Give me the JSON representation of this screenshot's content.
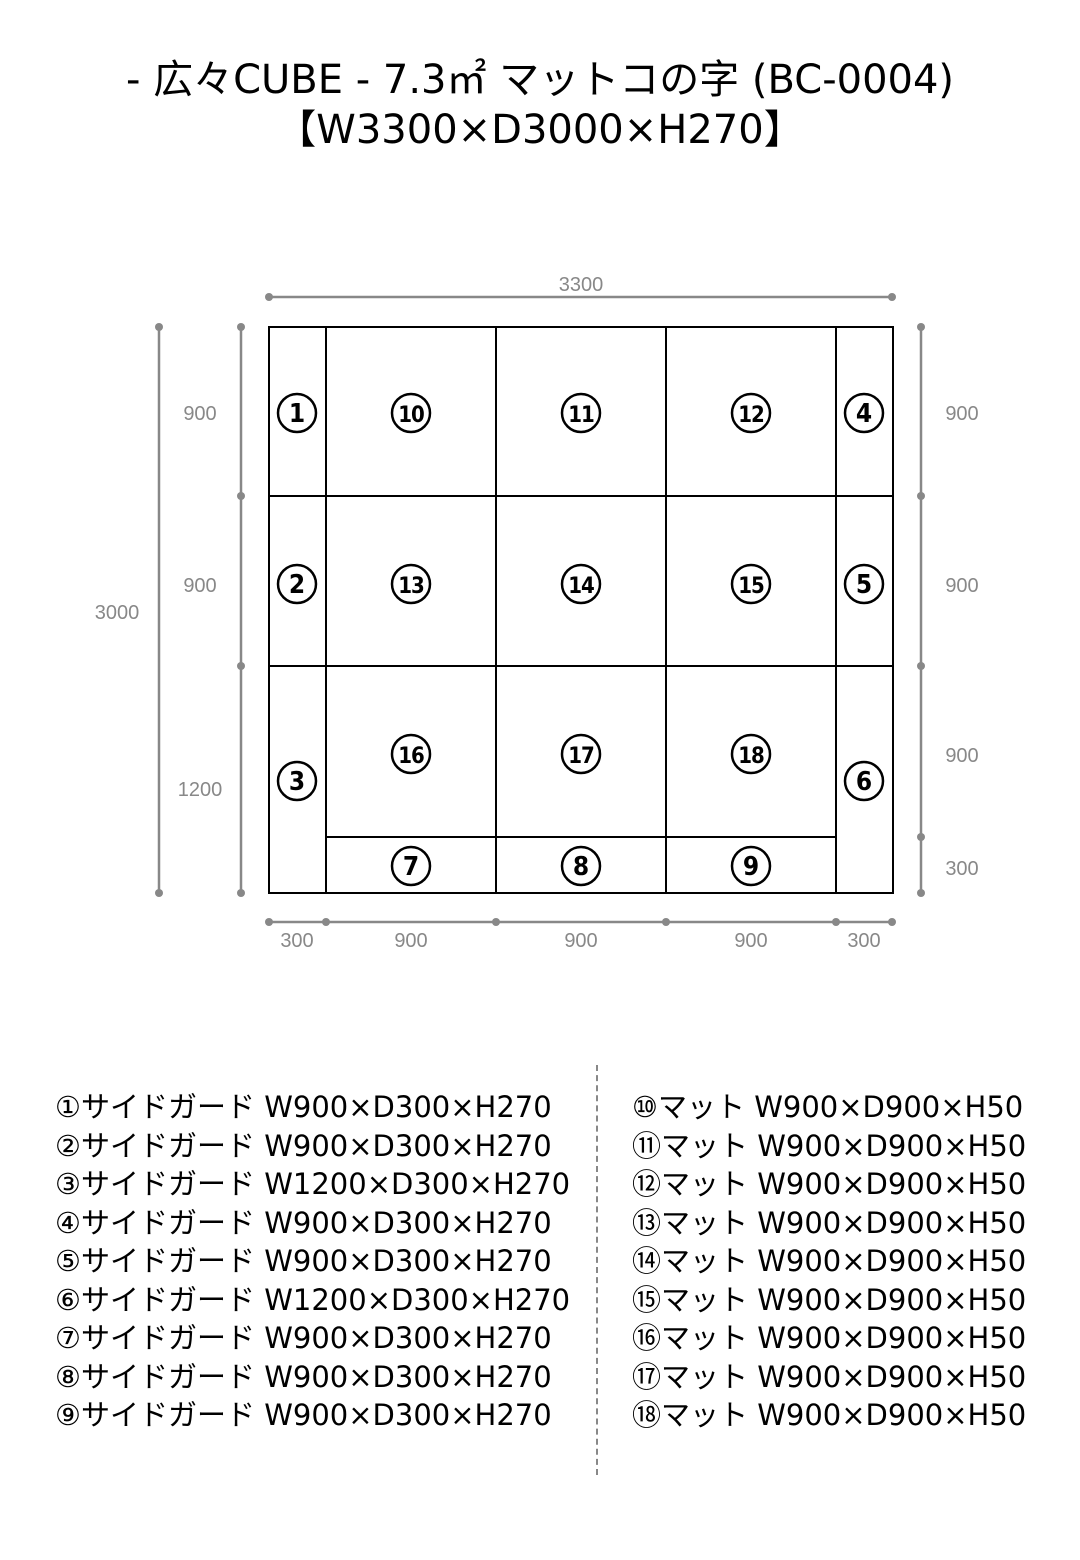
{
  "title": {
    "line1": "- 広々CUBE - 7.3㎡ マットコの字 (BC-0004)",
    "line2": "【W3300×D3000×H270】"
  },
  "colors": {
    "dimension": "#888888",
    "outline": "#000000"
  },
  "dimensions": {
    "total_width": "3300",
    "total_depth": "3000",
    "left_segments": [
      "900",
      "900",
      "1200"
    ],
    "right_segments": [
      "900",
      "900",
      "900",
      "300"
    ],
    "bottom_segments": [
      "300",
      "900",
      "900",
      "900",
      "300"
    ]
  },
  "cells": [
    {
      "id": "1",
      "label": "1"
    },
    {
      "id": "2",
      "label": "2"
    },
    {
      "id": "3",
      "label": "3"
    },
    {
      "id": "4",
      "label": "4"
    },
    {
      "id": "5",
      "label": "5"
    },
    {
      "id": "6",
      "label": "6"
    },
    {
      "id": "7",
      "label": "7"
    },
    {
      "id": "8",
      "label": "8"
    },
    {
      "id": "9",
      "label": "9"
    },
    {
      "id": "10",
      "label": "10"
    },
    {
      "id": "11",
      "label": "11"
    },
    {
      "id": "12",
      "label": "12"
    },
    {
      "id": "13",
      "label": "13"
    },
    {
      "id": "14",
      "label": "14"
    },
    {
      "id": "15",
      "label": "15"
    },
    {
      "id": "16",
      "label": "16"
    },
    {
      "id": "17",
      "label": "17"
    },
    {
      "id": "18",
      "label": "18"
    }
  ],
  "legend_left": [
    "①サイドガード W900×D300×H270",
    "②サイドガード W900×D300×H270",
    "③サイドガード W1200×D300×H270",
    "④サイドガード W900×D300×H270",
    "⑤サイドガード W900×D300×H270",
    "⑥サイドガード W1200×D300×H270",
    "⑦サイドガード W900×D300×H270",
    "⑧サイドガード W900×D300×H270",
    "⑨サイドガード W900×D300×H270"
  ],
  "legend_right": [
    "⑩マット W900×D900×H50",
    "⑪マット W900×D900×H50",
    "⑫マット W900×D900×H50",
    "⑬マット W900×D900×H50",
    "⑭マット W900×D900×H50",
    "⑮マット W900×D900×H50",
    "⑯マット W900×D900×H50",
    "⑰マット W900×D900×H50",
    "⑱マット W900×D900×H50"
  ]
}
